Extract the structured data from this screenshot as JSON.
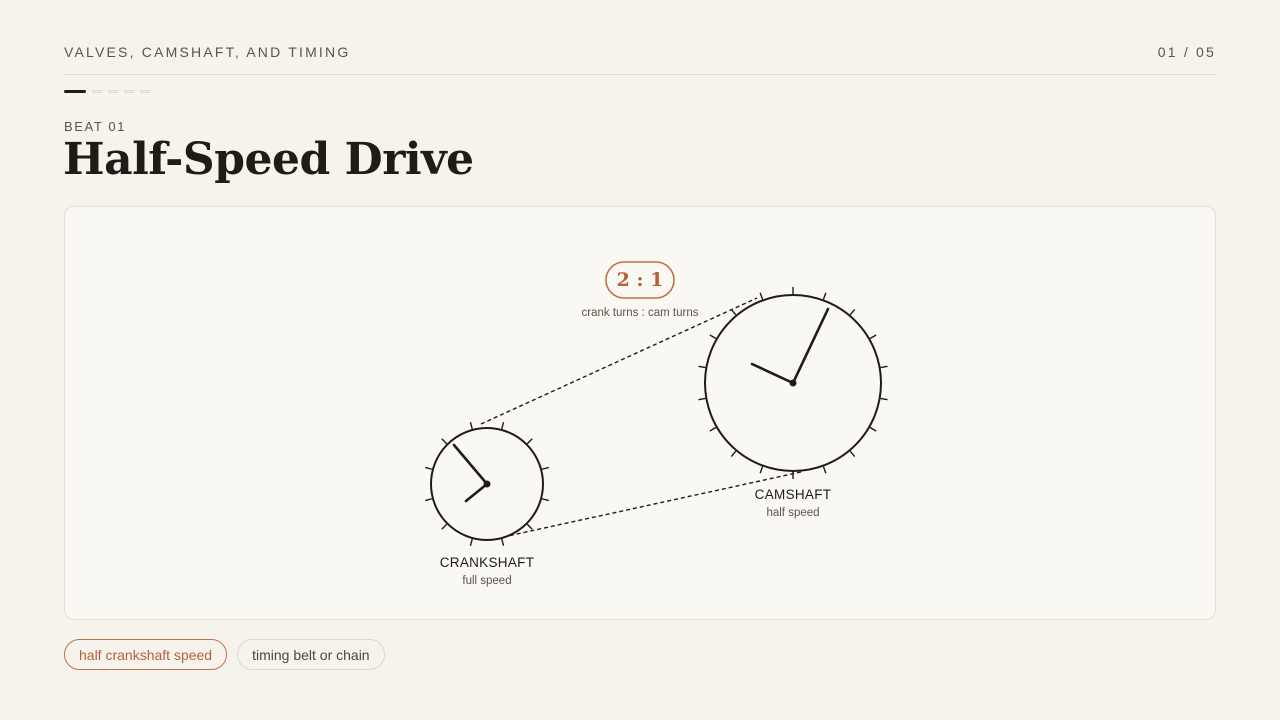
{
  "header": {
    "deck_title": "VALVES, CAMSHAFT, AND TIMING",
    "counter": "01 / 05"
  },
  "progress": {
    "total": 5,
    "current": 1
  },
  "beat_label": "BEAT 01",
  "title": "Half-Speed Drive",
  "diagram": {
    "ratio": "2 : 1",
    "ratio_caption": "crank turns : cam turns",
    "crankshaft": {
      "name": "CRANKSHAFT",
      "sub": "full speed"
    },
    "camshaft": {
      "name": "CAMSHAFT",
      "sub": "half speed"
    }
  },
  "tags": [
    {
      "label": "half crankshaft speed",
      "active": true
    },
    {
      "label": "timing belt or chain",
      "active": false
    }
  ],
  "colors": {
    "accent": "#c0704a",
    "ink": "#1f1c18",
    "muted": "#5a544c",
    "background": "#f6f3ed"
  }
}
